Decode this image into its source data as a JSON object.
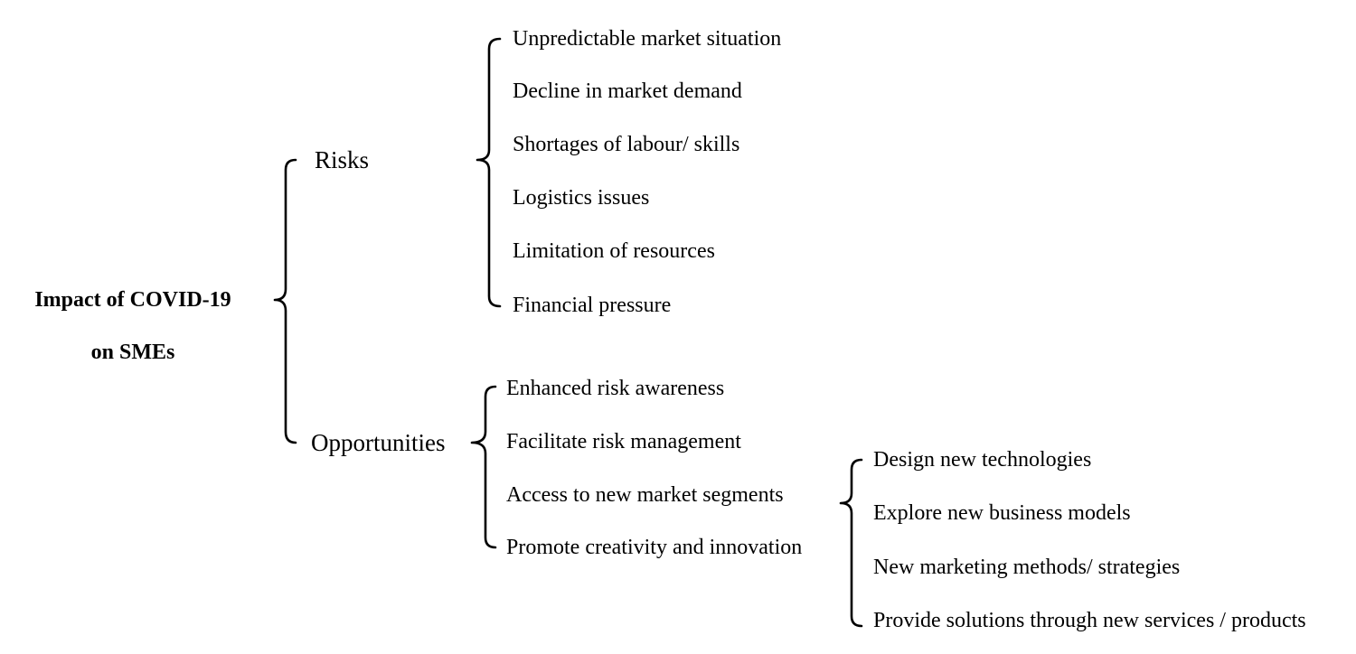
{
  "root": {
    "line1": "Impact of COVID-19",
    "line2": "on SMEs"
  },
  "risks": {
    "label": "Risks",
    "items": [
      "Unpredictable market situation",
      "Decline in market demand",
      "Shortages of labour/ skills",
      "Logistics issues",
      "Limitation of resources",
      "Financial pressure"
    ]
  },
  "opportunities": {
    "label": "Opportunities",
    "items": [
      "Enhanced risk awareness",
      "Facilitate risk management",
      "Access to new market segments",
      "Promote creativity and innovation"
    ]
  },
  "innovation": {
    "items": [
      "Design new technologies",
      "Explore new business models",
      "New marketing methods/ strategies",
      "Provide solutions through new services / products"
    ]
  }
}
